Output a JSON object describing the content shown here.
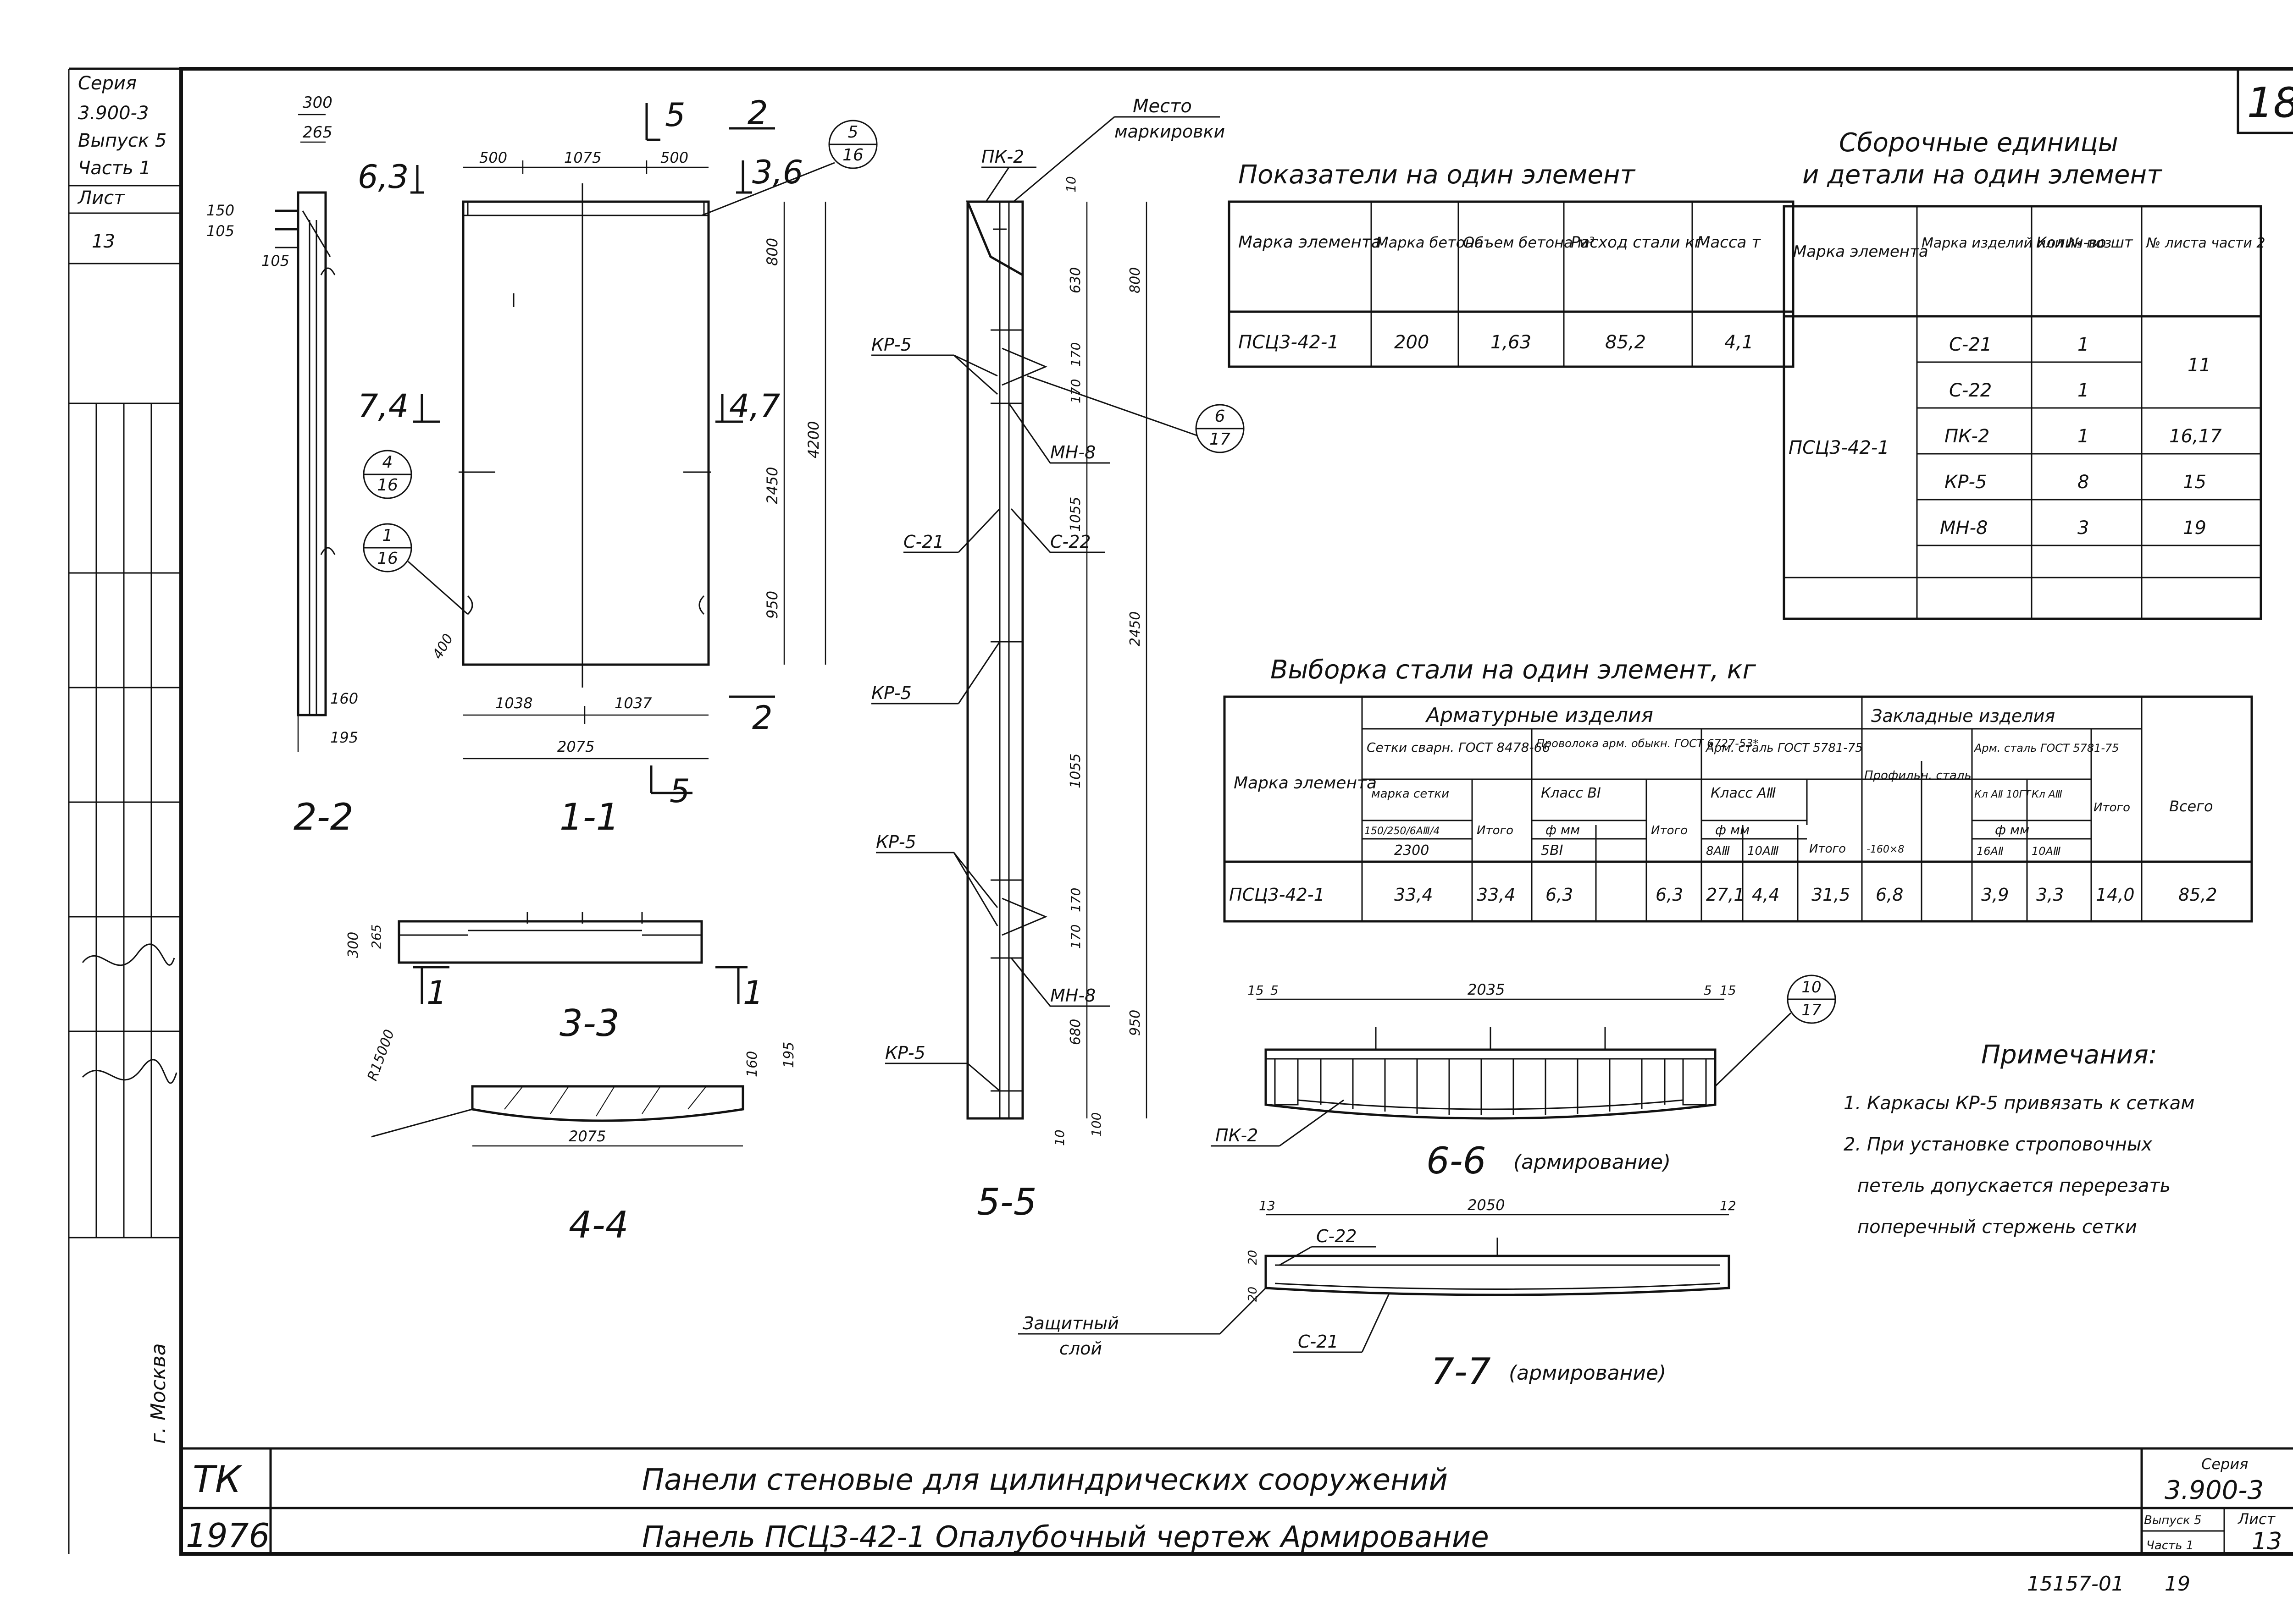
{
  "sheet": {
    "number": "18",
    "side_stamp": [
      "Серия",
      "3.900-3",
      "Выпуск 5",
      "Часть 1",
      "Лист",
      "13"
    ],
    "city": "г. Москва"
  },
  "title_block": {
    "org": "ТК",
    "year": "1976",
    "line1": "Панели стеновые для цилиндрических сооружений",
    "line2": "Панель ПСЦ3-42-1 Опалубочный чертеж Армирование",
    "series_label": "Серия",
    "series": "3.900-3",
    "issue": "Выпуск 5",
    "part": "Часть 1",
    "sheet_label": "Лист",
    "sheet_no": "13",
    "footer_code": "15157-01",
    "footer_page": "19"
  },
  "tables": {
    "indicators": {
      "title": "Показатели на один элемент",
      "headers": [
        "Марка элемента",
        "Марка бетона",
        "Объем бетона м³",
        "Расход стали кг",
        "Масса т"
      ],
      "rows": [
        [
          "ПСЦ3-42-1",
          "200",
          "1,63",
          "85,2",
          "4,1"
        ]
      ]
    },
    "assembly": {
      "title_line1": "Сборочные единицы",
      "title_line2": "и детали на один элемент",
      "headers": [
        "Марка элемента",
        "Марка изделий или № поз",
        "Колич-во шт",
        "№ листа части 2"
      ],
      "element": "ПСЦ3-42-1",
      "rows": [
        [
          "С-21",
          "1",
          "11"
        ],
        [
          "С-22",
          "1",
          ""
        ],
        [
          "ПК-2",
          "1",
          "16,17"
        ],
        [
          "КР-5",
          "8",
          "15"
        ],
        [
          "МН-8",
          "3",
          "19"
        ]
      ]
    },
    "steel": {
      "title": "Выборка стали на один элемент, кг",
      "group_armature": "Арматурные изделия",
      "group_embedded": "Закладные изделия",
      "h_mark": "Марка элемента",
      "h_mesh": "Сетки сварн. ГОСТ 8478-66",
      "h_mesh_mark": "марка сетки",
      "h_mesh_spec": "150/250/6АⅢ/4",
      "h_mesh_val": "2300",
      "h_wire": "Проволока арм. обыкн. ГОСТ 6727-53*",
      "h_wire_class": "Класс ВI",
      "h_phi": "ф мм",
      "h_wire_d": "5ВI",
      "h_steel": "Арм. сталь ГОСТ 5781-75",
      "h_steel_class": "Класс АⅢ",
      "h_steel_d1": "8АⅢ",
      "h_steel_d2": "10АⅢ",
      "h_profile": "Профильн. сталь",
      "h_profile_d": "-160×8",
      "h_emb_steel": "Арм. сталь ГОСТ 5781-75",
      "h_emb_c1": "Кл АⅡ 10ГТ",
      "h_emb_c2": "Кл АⅢ",
      "h_emb_d1": "16АⅡ",
      "h_emb_d2": "10АⅢ",
      "h_total": "Итого",
      "h_grand": "Всего",
      "row": [
        "ПСЦ3-42-1",
        "33,4",
        "33,4",
        "6,3",
        "",
        "6,3",
        "27,1",
        "4,4",
        "31,5",
        "6,8",
        "",
        "3,9",
        "3,3",
        "14,0",
        "85,2"
      ]
    }
  },
  "notes": {
    "title": "Примечания:",
    "items": [
      "1. Каркасы КР-5 привязать к сеткам",
      "2. При установке строповочных",
      "петель допускается перерезать",
      "поперечный стержень сетки"
    ]
  },
  "views": {
    "v22": "2-2",
    "v11": "1-1",
    "v33": "3-3",
    "v44": "4-4",
    "v55": "5-5",
    "v66": "6-6",
    "v66_note": "(армирование)",
    "v77": "7-7",
    "v77_note": "(армирование)"
  },
  "labels": {
    "mark_place_1": "Место",
    "mark_place_2": "маркировки",
    "pk2": "ПК-2",
    "kr5": "КР-5",
    "mn8": "МН-8",
    "c21": "С-21",
    "c22": "С-22",
    "protective_1": "Защитный",
    "protective_2": "слой",
    "lvl_63": "6,3",
    "lvl_74": "7,4",
    "lvl_36": "3,6",
    "lvl_47": "4,7",
    "sec5": "5",
    "sec2": "2",
    "sec1": "1"
  },
  "callouts": [
    {
      "top": "5",
      "bottom": "16"
    },
    {
      "top": "4",
      "bottom": "16"
    },
    {
      "top": "1",
      "bottom": "16"
    },
    {
      "top": "6",
      "bottom": "17"
    },
    {
      "top": "10",
      "bottom": "17"
    }
  ],
  "dims": {
    "d300": "300",
    "d265": "265",
    "d150": "150",
    "d105": "105",
    "d160": "160",
    "d195": "195",
    "d500": "500",
    "d1075": "1075",
    "d800": "800",
    "d2450": "2450",
    "d4200": "4200",
    "d950": "950",
    "d400": "400",
    "d1038": "1038",
    "d1037": "1037",
    "d2075": "2075",
    "d10": "10",
    "d630": "630",
    "d170": "170",
    "d1055": "1055",
    "d680": "680",
    "d100": "100",
    "r15000": "R15000",
    "d2035": "2035",
    "d15": "15",
    "d5": "5",
    "d2050": "2050",
    "d13": "13",
    "d12": "12",
    "d20": "20"
  },
  "stamp_left": [
    "Серия",
    "3.900-3",
    "Выпуск 5",
    "Часть 1",
    "Лист",
    "13"
  ]
}
